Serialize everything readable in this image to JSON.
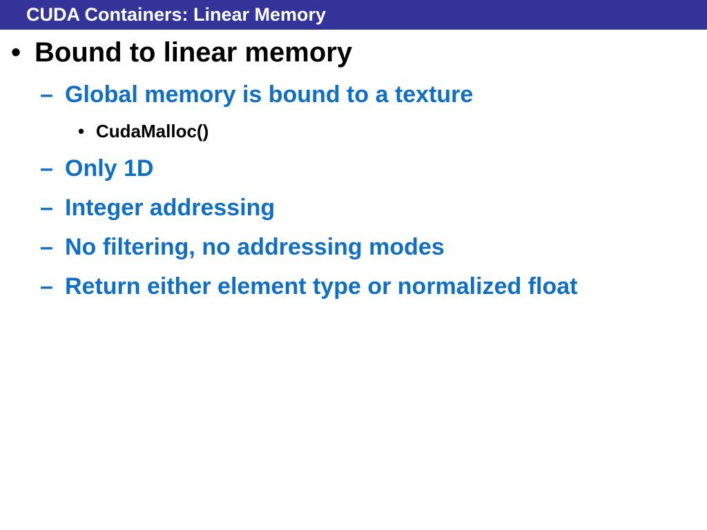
{
  "slide": {
    "title": "CUDA Containers: Linear Memory",
    "colors": {
      "title_bar": "#333399",
      "title_text": "#ffffff",
      "level1_text": "#000000",
      "level2_text": "#0f6fc6",
      "level3_text": "#000000"
    },
    "bullets": [
      {
        "level": 1,
        "marker": "•",
        "text": "Bound to linear memory"
      },
      {
        "level": 2,
        "marker": "–",
        "text": "Global memory is bound to a texture"
      },
      {
        "level": 3,
        "marker": "•",
        "text": "CudaMalloc()"
      },
      {
        "level": 2,
        "marker": "–",
        "text": "Only 1D"
      },
      {
        "level": 2,
        "marker": "–",
        "text": "Integer addressing"
      },
      {
        "level": 2,
        "marker": "–",
        "text": "No filtering, no addressing modes"
      },
      {
        "level": 2,
        "marker": "–",
        "text": "Return either element type or normalized float"
      }
    ]
  }
}
